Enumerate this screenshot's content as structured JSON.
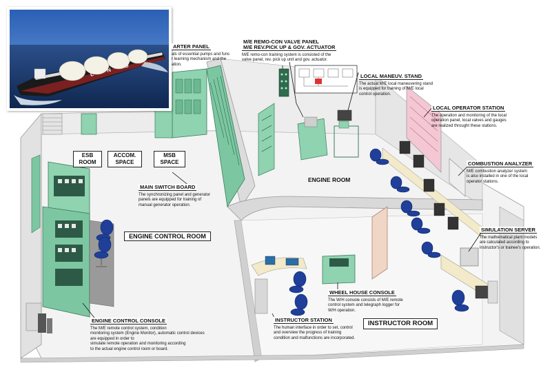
{
  "rooms": {
    "esb": "ESB\nROOM",
    "accom": "ACCOM.\nSPACE",
    "msb": "MSB\nSPACE",
    "engine_control_room": "ENGINE CONTROL ROOM",
    "engine_room": "ENGINE ROOM",
    "instructor_room": "INSTRUCTOR ROOM"
  },
  "callouts": {
    "starter_panel": {
      "title": "ARTER PANEL",
      "desc": "als of essential pumps and funs\nr learning mechanism and the\nation."
    },
    "me_remocon": {
      "title": "M/E REMO-CON VALVE PANEL\nM/E REV.PICK UP & GOV. ACTUATOR",
      "desc": "M/E remo-con training system is consisted of the\nvalve panel, rev. pick up unit and gov. actuator."
    },
    "local_maneuv": {
      "title": "LOCAL MANEUV. STAND",
      "desc": "The actual M/E local maneuvering stand\nis equipped for training of M/E local\ncontrol operation."
    },
    "local_operator": {
      "title": "LOCAL OPERATOR STATION",
      "desc": "The operation and monitoring of the local\noperation panel, local valves and gauges\nare realized throught these stations."
    },
    "combustion": {
      "title": "COMBUSTION ANALYZER",
      "desc": "M/E combustion analyzer system\nis also installed in one of the local\noperator stations."
    },
    "main_switch": {
      "title": "MAIN SWITCH BOARD",
      "desc": "The synchronizing panel and generator\npanels are equipped for training of\nmanual generator operation."
    },
    "simulation_server": {
      "title": "SIMULATION SERVER",
      "desc": "The mathematical plant models\nare calculated according to\ninstructor's or trainee's operation."
    },
    "wheel_house": {
      "title": "WHEEL HOUSE CONSOLE",
      "desc": "The W/H console consists of M/E remote\ncontrol system and telegraph logger for\nW/H operation."
    },
    "instructor_station": {
      "title": "INSTRUCTOR STATION",
      "desc": "The human interface in order to set, control\nand overview the progress of training\ncondition and malfunctions are incorporated."
    },
    "engine_control_console": {
      "title": "ENGINE CONTROL CONSOLE",
      "desc": "The M/E remote control system, condition\nmonitoring system (Engine Monitor), automatic control devices are equipped in order to\nsimulate remote operation and monitoring according\nto the actual engine control room or board."
    }
  },
  "photo": {
    "hull_letters": "L N G"
  },
  "colors": {
    "console_green": "#8fd3b0",
    "console_green_dark": "#5fae8a",
    "chair_blue": "#1f3f99",
    "wall": "#e8e8e8",
    "floor": "#f2f2f2",
    "sea": "#1e3f7a",
    "sky": "#3c6cb8"
  }
}
